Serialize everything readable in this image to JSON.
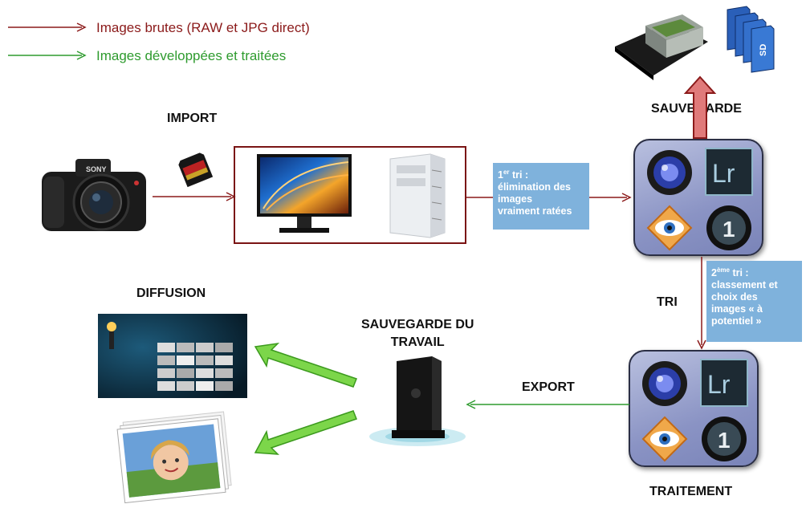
{
  "legend": {
    "raw": {
      "label": "Images brutes (RAW et JPG direct)",
      "color": "#8b1a1a"
    },
    "processed": {
      "label": "Images développées et traitées",
      "color": "#2e9b2e"
    }
  },
  "labels": {
    "import": "IMPORT",
    "sauvegarde": "SAUVEGARDE",
    "tri": "TRI",
    "traitement": "TRAITEMENT",
    "export": "EXPORT",
    "diffusion": "DIFFUSION",
    "sauvegarde_travail_1": "SAUVEGARDE DU",
    "sauvegarde_travail_2": "TRAVAIL"
  },
  "notes": {
    "tri1": {
      "num": "1",
      "sup": "er",
      "l1": " tri :",
      "l2": "élimination des",
      "l3": "images",
      "l4": "vraiment ratées"
    },
    "tri2": {
      "num": "2",
      "sup": "ème",
      "l1": " tri :",
      "l2": "classement et",
      "l3": "choix des",
      "l4": "images « à",
      "l5": "potentiel »"
    }
  },
  "images": {
    "camera_brand": "SONY",
    "sd_label": "SD",
    "lr": "Lr",
    "one": "1"
  },
  "colors": {
    "raw_arrow": "#8b1a1a",
    "processed_arrow": "#2e9b2e",
    "note_bg": "#7fb2dc",
    "app_box": "#8a93c4"
  }
}
